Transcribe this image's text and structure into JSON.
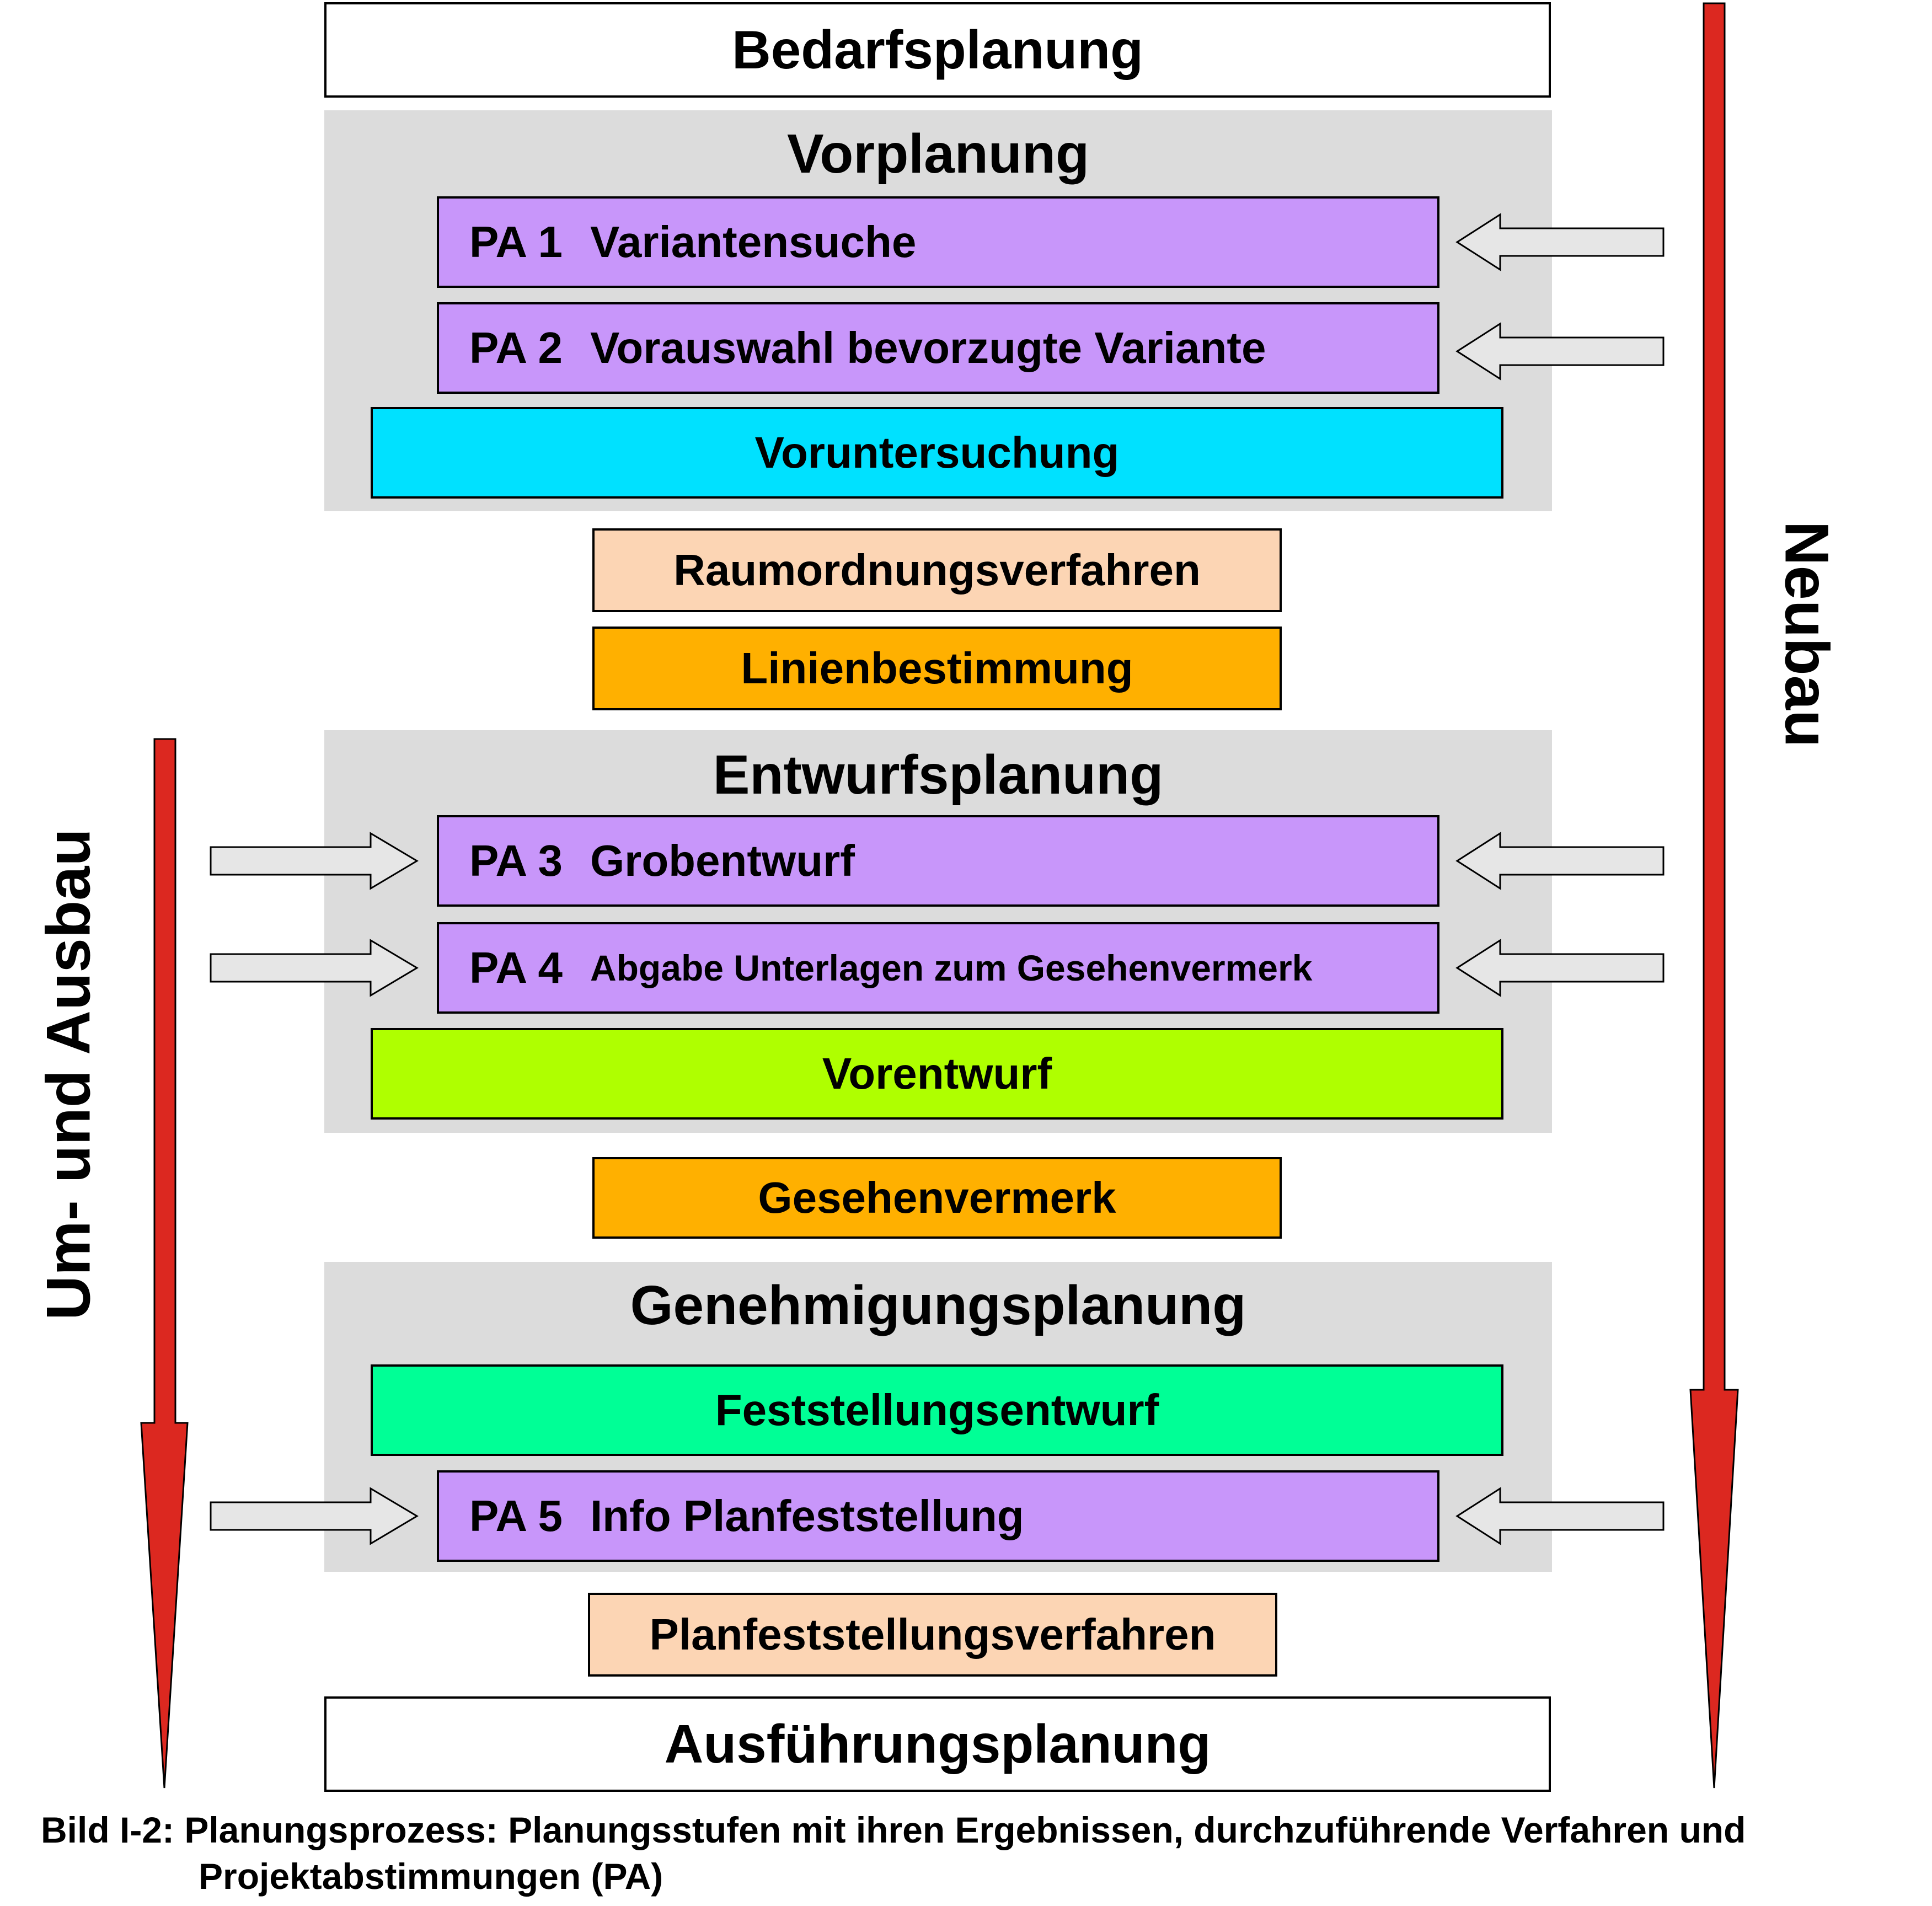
{
  "stages": {
    "bedarf": "Bedarfsplanung",
    "ausfuehrung": "Ausführungsplanung"
  },
  "panels": {
    "vorplanung": "Vorplanung",
    "entwurf": "Entwurfsplanung",
    "genehmigung": "Genehmigungsplanung"
  },
  "pa": [
    {
      "num": "PA 1",
      "text": "Variantensuche"
    },
    {
      "num": "PA 2",
      "text": "Vorauswahl bevorzugte Variante"
    },
    {
      "num": "PA 3",
      "text": "Grobentwurf"
    },
    {
      "num": "PA 4",
      "text": "Abgabe Unterlagen zum Gesehenvermerk"
    },
    {
      "num": "PA 5",
      "text": "Info Planfeststellung"
    }
  ],
  "results": {
    "voruntersuchung": "Voruntersuchung",
    "vorentwurf": "Vorentwurf",
    "feststellungsentwurf": "Feststellungsentwurf"
  },
  "procedures": {
    "raumordnung": "Raumordnungsverfahren",
    "linienbestimmung": "Linienbestimmung",
    "gesehenvermerk": "Gesehenvermerk",
    "planfeststellung": "Planfeststellungsverfahren"
  },
  "sides": {
    "left": "Um- und Ausbau",
    "right": "Neubau"
  },
  "caption": {
    "line1": "Bild I-2: Planungsprozess: Planungsstufen mit ihren Ergebnissen, durchzuführende Verfahren und",
    "line2": "Projektabstimmungen (PA)"
  },
  "colors": {
    "panel": "#dcdcdc",
    "pa": "#c896fa",
    "voruntersuchung": "#00e1ff",
    "vorentwurf": "#afff00",
    "feststellungsentwurf": "#00ff96",
    "raumordnung": "#fcd5b4",
    "linienbestimmung": "#ffb000",
    "arrow_red": "#dc2820",
    "arrow_gray": "#e6e6e6"
  }
}
